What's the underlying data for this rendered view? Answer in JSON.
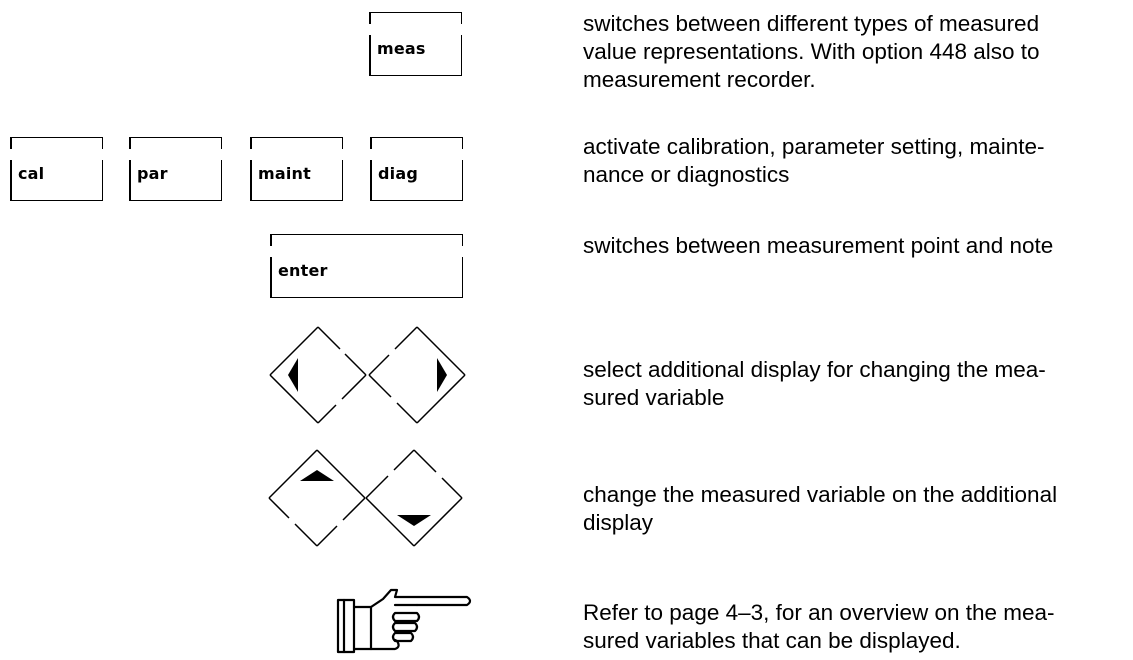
{
  "keys": {
    "meas": "meas",
    "cal": "cal",
    "par": "par",
    "maint": "maint",
    "diag": "diag",
    "enter": "enter"
  },
  "descriptions": {
    "meas": [
      "switches between different types of measured",
      "value representations. With option 448 also to",
      "measurement recorder."
    ],
    "menu_keys": [
      "activate calibration, parameter setting, mainte-",
      "nance or diagnostics"
    ],
    "enter": [
      "switches between measurement point and note"
    ],
    "left_right": [
      "select additional display for changing the mea-",
      "sured variable"
    ],
    "up_down": [
      "change the measured variable on the additional",
      "display"
    ],
    "note": [
      "Refer to page 4–3, for an overview on the mea-",
      "sured variables that can be displayed."
    ]
  },
  "icons": {
    "left_key": "left-arrow-key-icon",
    "right_key": "right-arrow-key-icon",
    "up_key": "up-arrow-key-icon",
    "down_key": "down-arrow-key-icon",
    "note": "pointing-hand-icon"
  }
}
